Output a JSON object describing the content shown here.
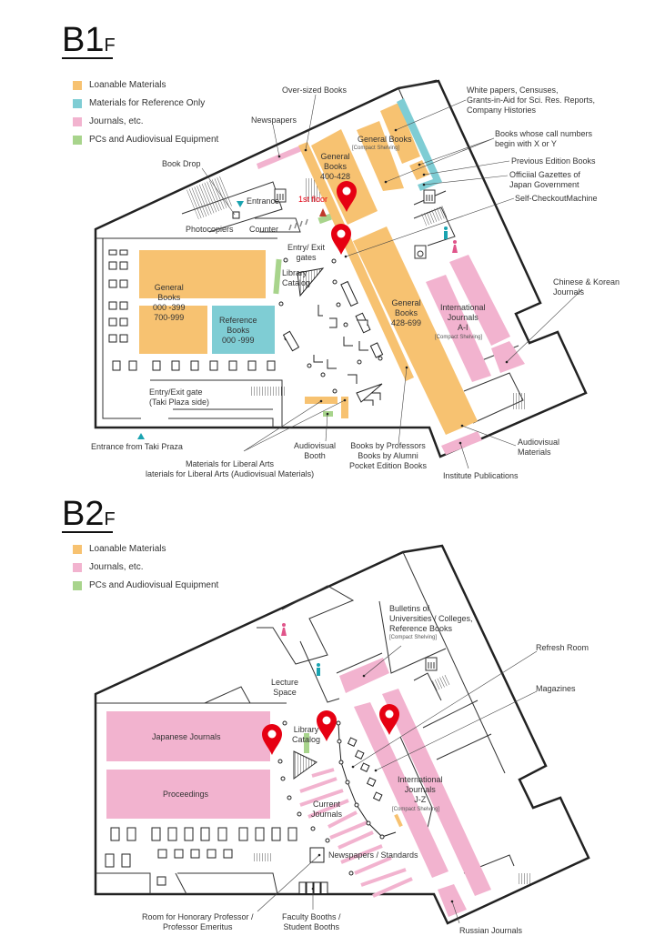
{
  "colors": {
    "loanable": "#f7c271",
    "reference": "#7fcdd4",
    "journals": "#f2b3cf",
    "pcs": "#a8d48c",
    "pin": "#e60012",
    "entrance": "#1aa3b0"
  },
  "b1": {
    "title": "B1",
    "title_suffix": "F",
    "legend": [
      "Loanable Materials",
      "Materials for Reference Only",
      "Journals, etc.",
      "PCs and Audiovisual Equipment"
    ],
    "labels": {
      "oversized": "Over-sized Books",
      "newspapers": "Newspapers",
      "white_papers": "White papers, Censuses,\nGrants-in-Aid for Sci. Res. Reports,\nCompany Histories",
      "general_compact": "General Books",
      "compact_shelving": "[Compact Shelving]",
      "general_400": "General\nBooks\n400-428",
      "xy_books": "Books whose call numbers\nbegin with X or Y",
      "previous_edition": "Previous Edition Books",
      "gazettes": "Officiial Gazettes of\nJapan Government",
      "self_checkout": "Self-CheckoutMachine",
      "book_drop": "Book Drop",
      "entrance": "Entrance",
      "first_floor": "1st floor",
      "photocopiers": "Photocopiers",
      "counter": "Counter",
      "entry_exit_gates": "Entry/ Exit\ngates",
      "library_catalog": "Library\nCatalog",
      "general_000": "General\nBooks\n000 -399\n700-999",
      "reference_books": "Reference\nBooks\n000 -999",
      "general_428": "General\nBooks\n428-699",
      "intl_journals_ai": "International\nJournals\nA-I",
      "compact_shelving_2": "[Compact Shelving]",
      "chinese_korean": "Chinese & Korean\nJournals",
      "taki_gate": "Entry/Exit gate\n(Taki Plaza side)",
      "taki_entrance": "Entrance from Taki Praza",
      "av_booth": "Audiovisual\nBooth",
      "professors_books": "Books by Professors\nBooks by Alumni\nPocket Edition Books",
      "av_materials": "Audiovisual\nMaterials",
      "liberal_arts": "Materials for Liberal Arts\nlaterials for Liberal Arts (Audiovisual Materials)",
      "institute": "Institute Publications"
    }
  },
  "b2": {
    "title": "B2",
    "title_suffix": "F",
    "legend": [
      "Loanable Materials",
      "Journals, etc.",
      "PCs and Audiovisual Equipment"
    ],
    "labels": {
      "bulletins": "Bulletins of\nUniversities / Colleges,\nReference Books",
      "compact_shelving": "[Compact Shelving]",
      "refresh_room": "Refresh Room",
      "magazines": "Magazines",
      "lecture_space": "Lecture\nSpace",
      "japanese_journals": "Japanese Journals",
      "proceedings": "Proceedings",
      "library_catalog": "Library\nCatalog",
      "current_journals": "Current\nJournals",
      "intl_journals_jz": "International\nJournals\nJ-Z",
      "compact_shelving_2": "[Compact Shelving]",
      "newspapers_standards": "Newspapers / Standards",
      "honorary_room": "Room for Honorary Professor /\nProfessor Emeritus",
      "faculty_booths": "Faculty Booths /\nStudent Booths",
      "russian_journals": "Russian Journals"
    }
  }
}
